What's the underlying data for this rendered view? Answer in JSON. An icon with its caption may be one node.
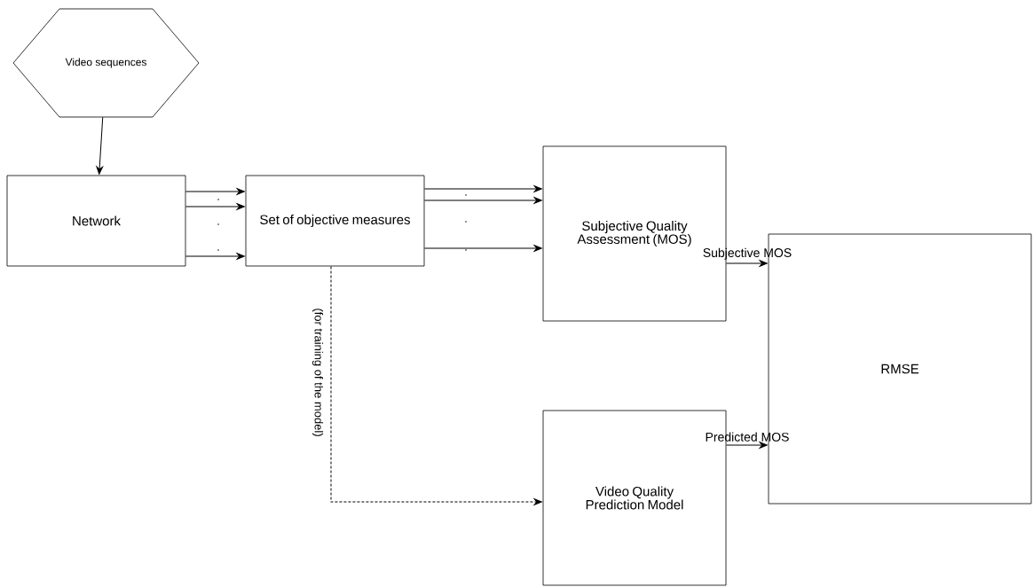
{
  "diagram": {
    "nodes": [
      {
        "text": [
          "Video sequences"
        ]
      },
      {
        "text": [
          "Network"
        ]
      },
      {
        "text": [
          "Set of objective measures"
        ]
      },
      {
        "text": [
          "Subjective Quality Assessment (MOS)"
        ]
      },
      {
        "text": [
          "RMSE"
        ]
      },
      {
        "text": [
          "Video Quality Prediction Model"
        ]
      }
    ],
    "edges": [
      {
        "from": 0,
        "to": 1,
        "arrow": "to"
      },
      {
        "from": 1,
        "to": 2,
        "arrow": "to"
      },
      {
        "from": 1,
        "to": 2,
        "arrow": "to"
      },
      {
        "from": 1,
        "to": 2,
        "arrow": "to"
      },
      {
        "from": 2,
        "to": 3,
        "arrow": "to"
      },
      {
        "from": 2,
        "to": 3,
        "arrow": "to"
      },
      {
        "from": 2,
        "to": 3,
        "arrow": "to"
      },
      {
        "from": 2,
        "to": 5,
        "arrow": "to",
        "style": "dashed",
        "label": "(for training of the model)"
      },
      {
        "from": 3,
        "to": 4,
        "arrow": "to",
        "label": "Subjective MOS"
      },
      {
        "from": 5,
        "to": 4,
        "arrow": "to",
        "label": "Predicted MOS"
      }
    ]
  }
}
